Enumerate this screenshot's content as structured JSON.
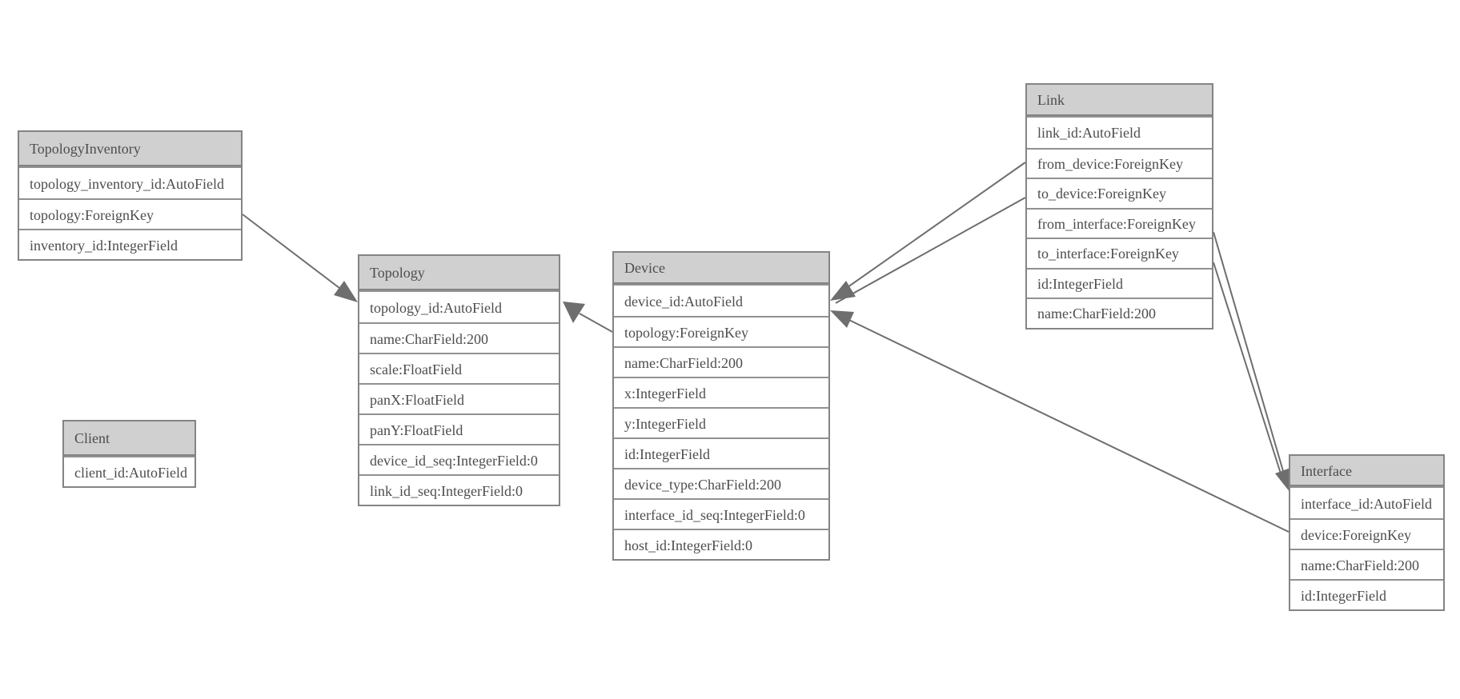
{
  "diagram": {
    "type": "entity-relationship-model",
    "entities": [
      {
        "name": "TopologyInventory",
        "fields": [
          "topology_inventory_id:AutoField",
          "topology:ForeignKey",
          "inventory_id:IntegerField"
        ]
      },
      {
        "name": "Topology",
        "fields": [
          "topology_id:AutoField",
          "name:CharField:200",
          "scale:FloatField",
          "panX:FloatField",
          "panY:FloatField",
          "device_id_seq:IntegerField:0",
          "link_id_seq:IntegerField:0"
        ]
      },
      {
        "name": "Client",
        "fields": [
          "client_id:AutoField"
        ]
      },
      {
        "name": "Device",
        "fields": [
          "device_id:AutoField",
          "topology:ForeignKey",
          "name:CharField:200",
          "x:IntegerField",
          "y:IntegerField",
          "id:IntegerField",
          "device_type:CharField:200",
          "interface_id_seq:IntegerField:0",
          "host_id:IntegerField:0"
        ]
      },
      {
        "name": "Link",
        "fields": [
          "link_id:AutoField",
          "from_device:ForeignKey",
          "to_device:ForeignKey",
          "from_interface:ForeignKey",
          "to_interface:ForeignKey",
          "id:IntegerField",
          "name:CharField:200"
        ]
      },
      {
        "name": "Interface",
        "fields": [
          "interface_id:AutoField",
          "device:ForeignKey",
          "name:CharField:200",
          "id:IntegerField"
        ]
      }
    ],
    "relationships": [
      {
        "from": "TopologyInventory.topology",
        "to": "Topology"
      },
      {
        "from": "Device.topology",
        "to": "Topology"
      },
      {
        "from": "Link.from_device",
        "to": "Device"
      },
      {
        "from": "Link.to_device",
        "to": "Device"
      },
      {
        "from": "Link.from_interface",
        "to": "Interface"
      },
      {
        "from": "Link.to_interface",
        "to": "Interface"
      },
      {
        "from": "Interface.device",
        "to": "Device"
      }
    ],
    "colors": {
      "header_fill": "#d0d0d0",
      "border": "#848484",
      "row_separator": "#919191",
      "text": "#4d4d4d",
      "edge_line": "#6e6e6e",
      "arrowhead": "#6e6e6e",
      "background": "#ffffff"
    }
  }
}
